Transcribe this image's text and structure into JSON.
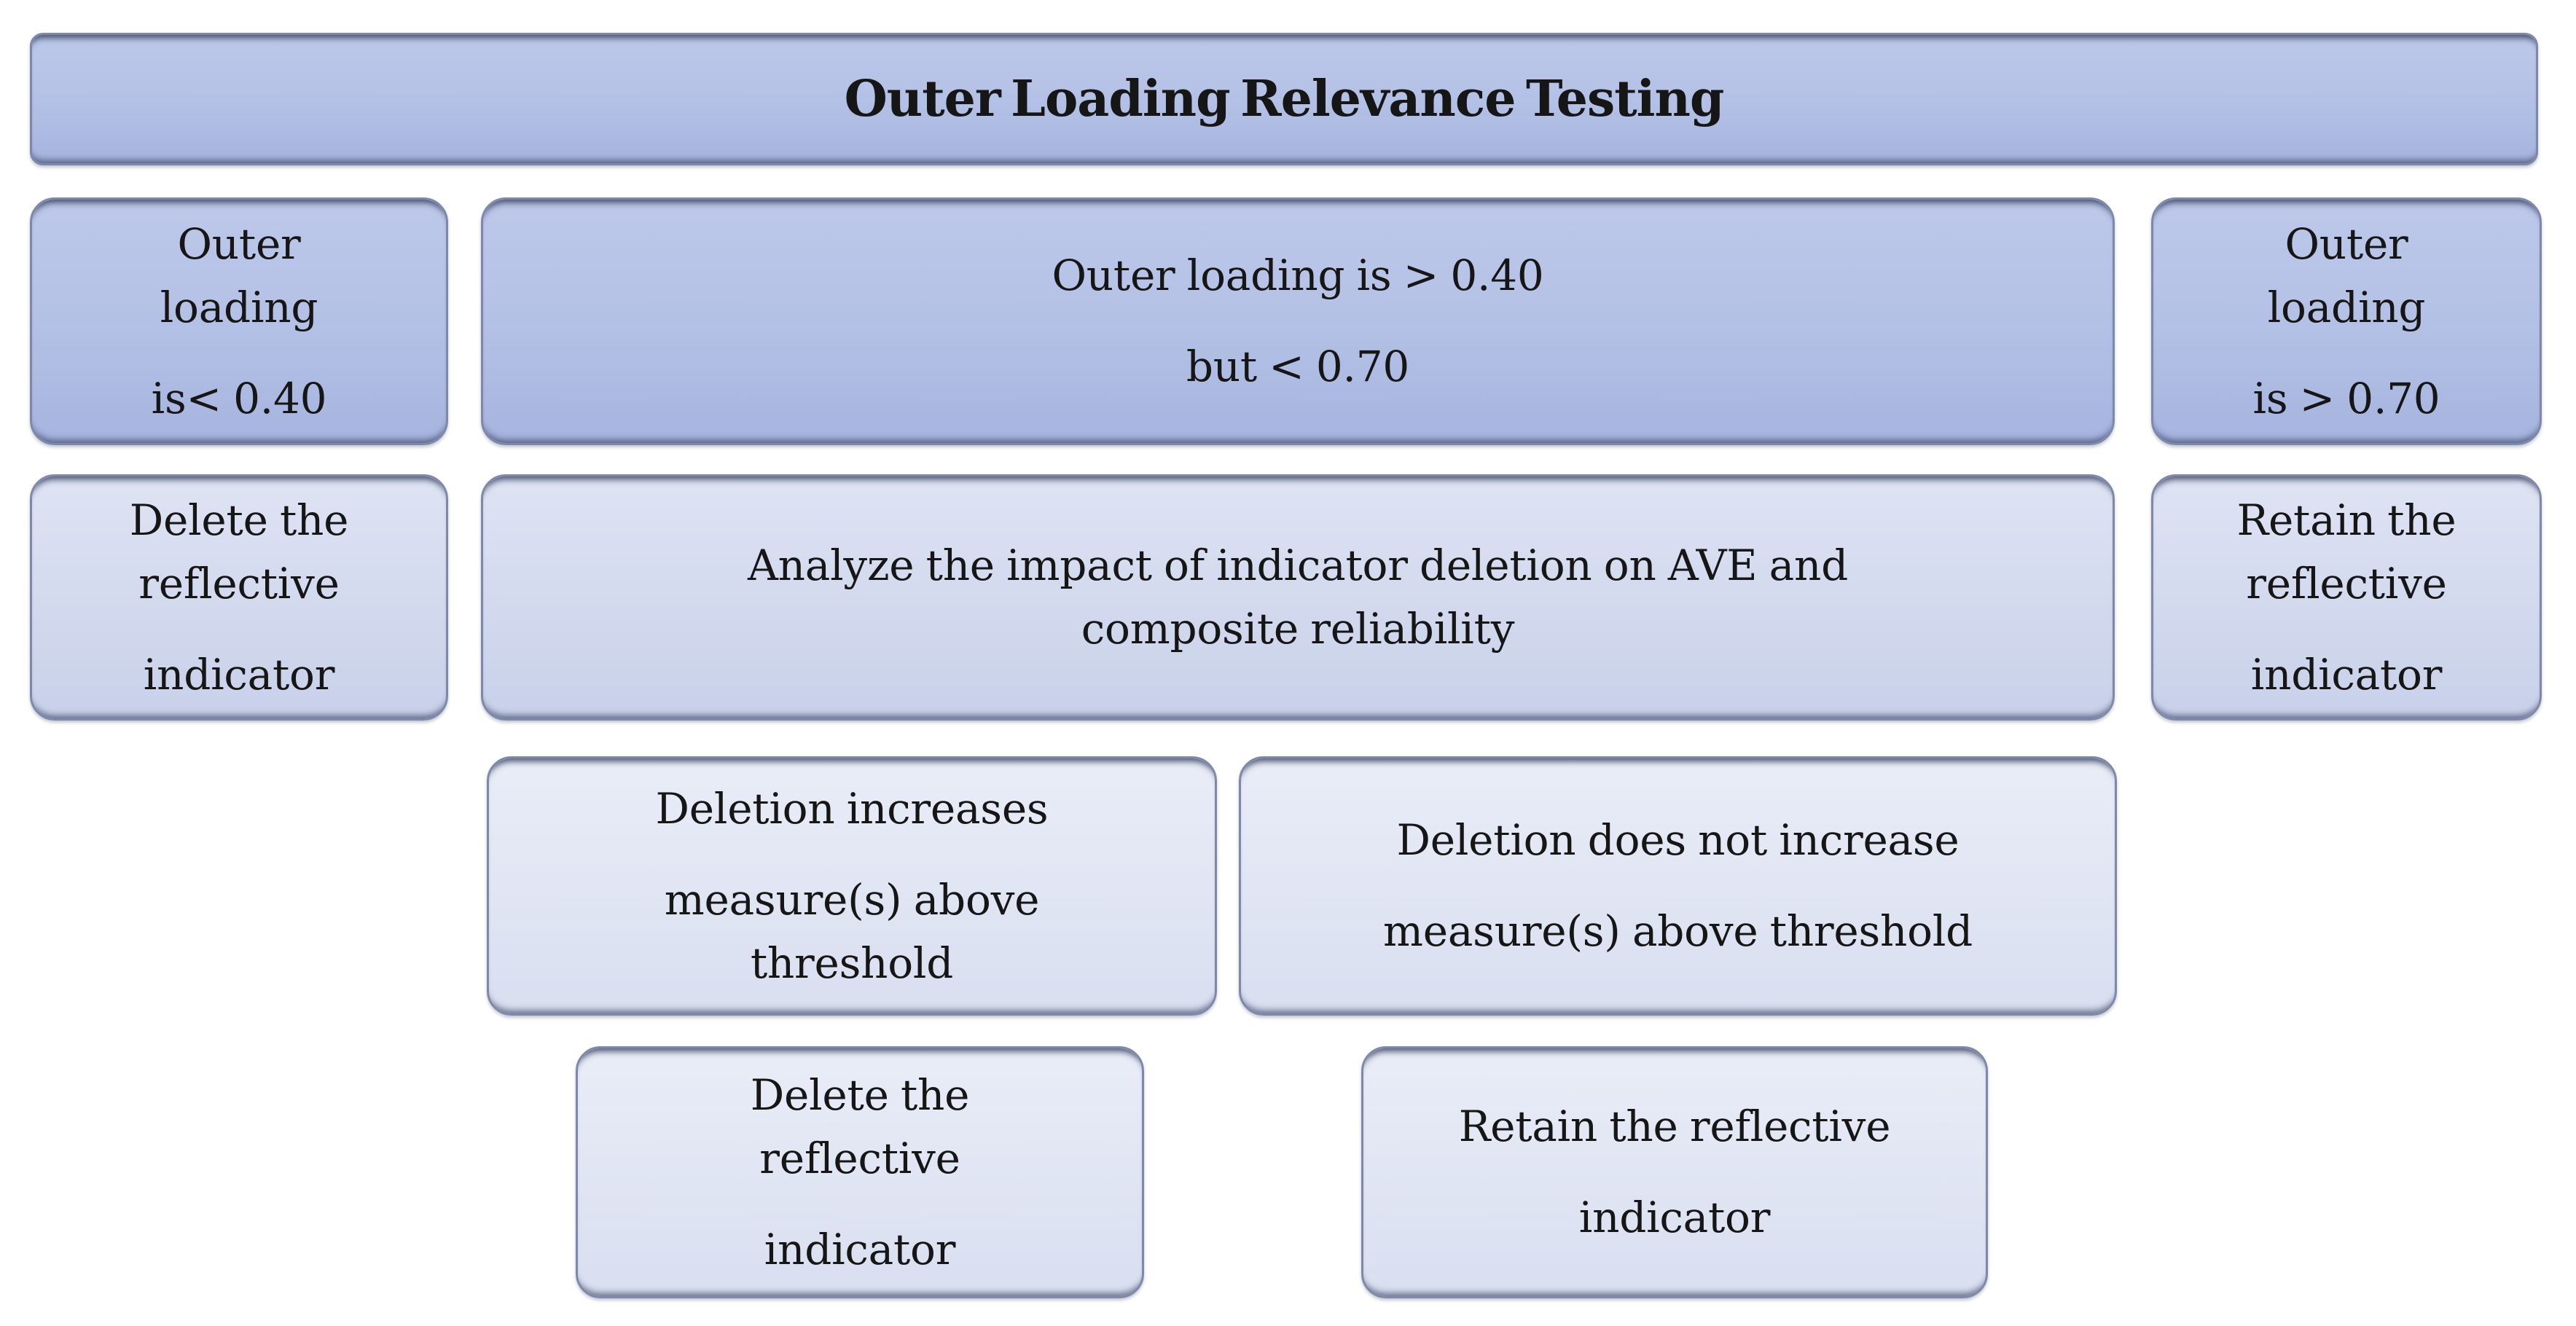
{
  "diagram": {
    "title": "Outer Loading Relevance Testing",
    "conditions": {
      "low": [
        "Outer",
        "loading",
        "is< 0.40"
      ],
      "mid": [
        "Outer loading is > 0.40",
        "but < 0.70"
      ],
      "high": [
        "Outer",
        "loading",
        "is > 0.70"
      ]
    },
    "actions": {
      "low": [
        "Delete the",
        "reflective",
        "indicator"
      ],
      "mid": [
        "Analyze the impact of indicator deletion on AVE and",
        "composite reliability"
      ],
      "high": [
        "Retain the",
        "reflective",
        "indicator"
      ]
    },
    "outcomes": {
      "increase": [
        "Deletion increases",
        "measure(s) above",
        "threshold"
      ],
      "no_increase": [
        "Deletion does not increase",
        "measure(s) above threshold"
      ]
    },
    "decisions": {
      "delete": [
        "Delete the",
        "reflective",
        "indicator"
      ],
      "retain": [
        "Retain the reflective",
        "indicator"
      ]
    }
  },
  "colors": {
    "box_dark": "#b3c0e5",
    "box_medium": "#d2d9ee",
    "box_light": "#e0e5f3",
    "border": "#7e89a9",
    "text": "#161616",
    "background": "#ffffff"
  }
}
